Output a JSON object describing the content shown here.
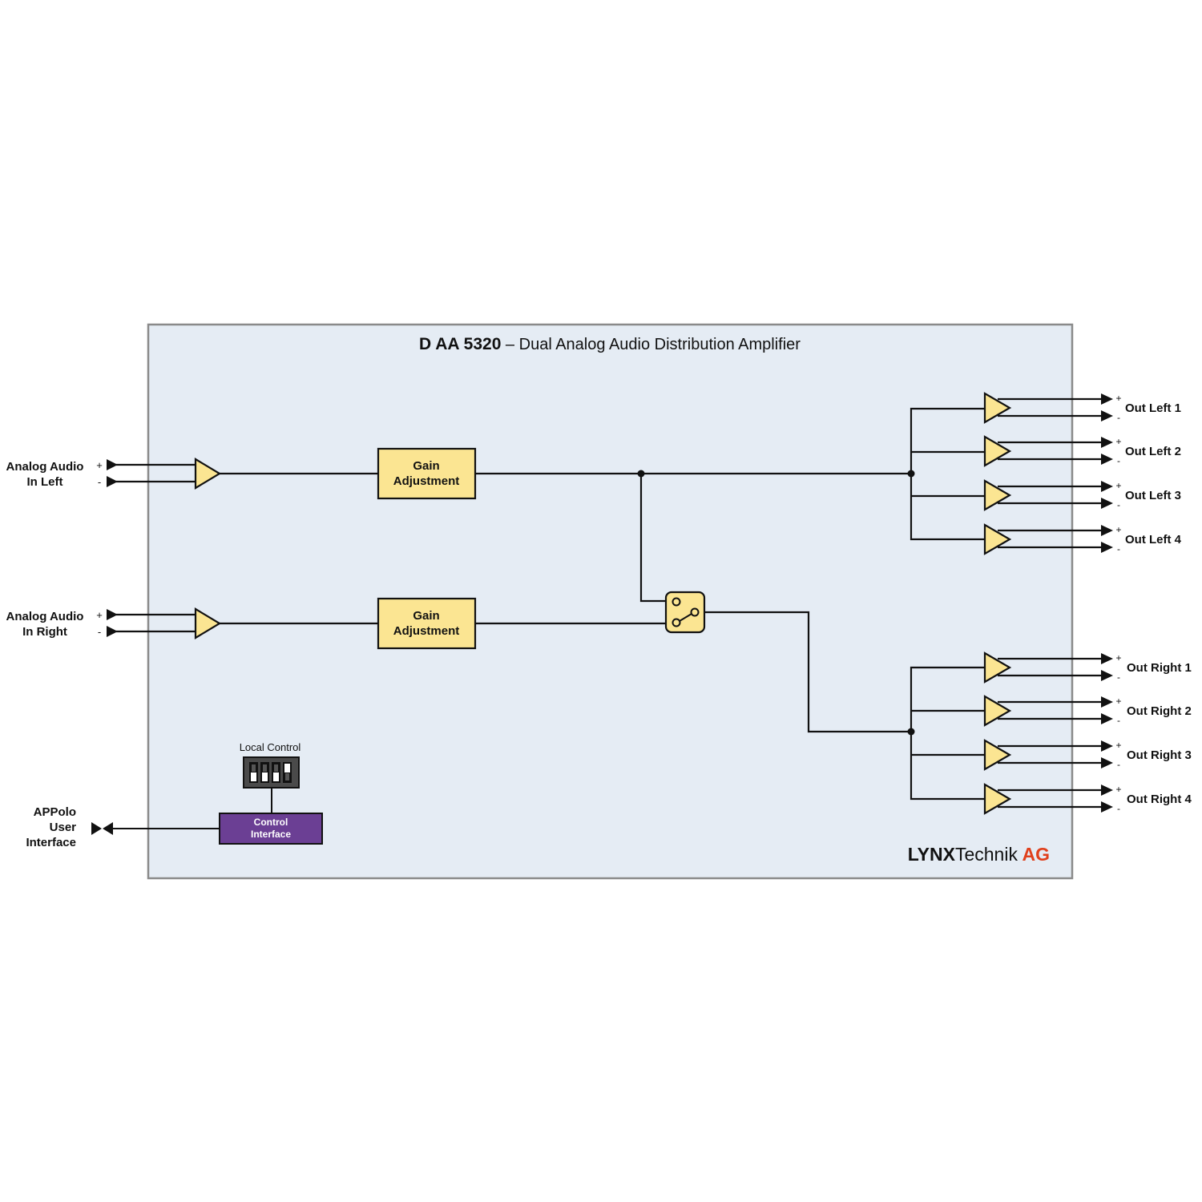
{
  "title": {
    "model": "D AA 5320",
    "separator": " – ",
    "description": "Dual Analog Audio Distribution Amplifier"
  },
  "colors": {
    "panel_fill": "#e5ecf4",
    "panel_border": "#8a8a8a",
    "amp_fill": "#fbe592",
    "block_fill": "#fbe592",
    "control_fill": "#6b3f94",
    "dip_fill": "#4a4a4a",
    "wire": "#111111",
    "brand_accent": "#e0401c"
  },
  "inputs": [
    {
      "label_line1": "Analog Audio",
      "label_line2": "In Left",
      "plus": "+",
      "minus": "-"
    },
    {
      "label_line1": "Analog Audio",
      "label_line2": "In Right",
      "plus": "+",
      "minus": "-"
    }
  ],
  "gain_blocks": [
    {
      "line1": "Gain",
      "line2": "Adjustment"
    },
    {
      "line1": "Gain",
      "line2": "Adjustment"
    }
  ],
  "switch": {
    "icon": "switch-icon"
  },
  "outputs_left": [
    {
      "label": "Out Left 1",
      "plus": "+",
      "minus": "-"
    },
    {
      "label": "Out Left 2",
      "plus": "+",
      "minus": "-"
    },
    {
      "label": "Out Left 3",
      "plus": "+",
      "minus": "-"
    },
    {
      "label": "Out Left 4",
      "plus": "+",
      "minus": "-"
    }
  ],
  "outputs_right": [
    {
      "label": "Out Right 1",
      "plus": "+",
      "minus": "-"
    },
    {
      "label": "Out Right 2",
      "plus": "+",
      "minus": "-"
    },
    {
      "label": "Out Right 3",
      "plus": "+",
      "minus": "-"
    },
    {
      "label": "Out Right 4",
      "plus": "+",
      "minus": "-"
    }
  ],
  "local_control": {
    "label": "Local Control",
    "dip_switches": [
      "down",
      "down",
      "down",
      "up"
    ]
  },
  "control_interface": {
    "line1": "Control",
    "line2": "Interface"
  },
  "appolo": {
    "line1": "APPolo",
    "line2": "User",
    "line3": "Interface"
  },
  "brand": {
    "part1": "LYNX",
    "part2": "Technik",
    "part3": "AG"
  }
}
